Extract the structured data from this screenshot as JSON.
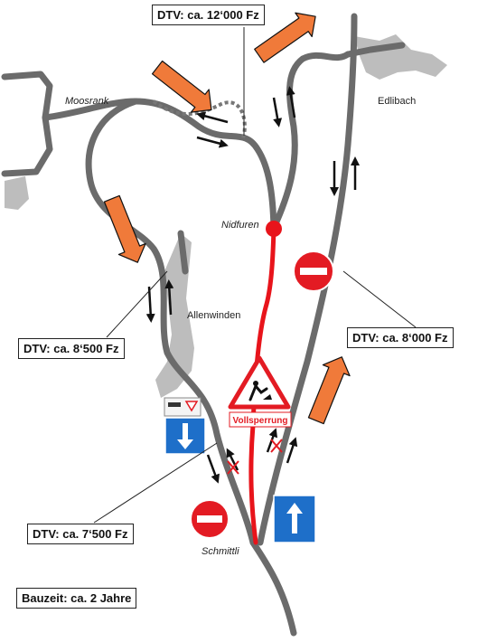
{
  "places": {
    "moosrank": "Moosrank",
    "edlibach": "Edlibach",
    "nidfuren": "Nidfuren",
    "allenwinden": "Allenwinden",
    "schmittli": "Schmittli"
  },
  "traffic_counts": {
    "dtv_north": "DTV: ca. 12‘000 Fz",
    "dtv_allenwinden": "DTV: ca. 8‘500 Fz",
    "dtv_edlibach": "DTV: ca. 8‘000 Fz",
    "dtv_schmittli": "DTV: ca. 7‘500 Fz"
  },
  "closure_label": "Vollsperrung",
  "construction_time": "Bauzeit: ca. 2 Jahre",
  "colors": {
    "road": "#6b6b6b",
    "closed_road": "#e8141b",
    "detour_arrow": "#f07a3a",
    "terrain": "#bdbdbd",
    "sign_blue": "#1e6fc9",
    "sign_red": "#e31b23"
  },
  "icons": [
    "detour-arrow-icon",
    "no-entry-sign-icon",
    "one-way-sign-icon",
    "roadworks-sign-icon",
    "direction-arrow-icon",
    "blocked-x-icon"
  ]
}
